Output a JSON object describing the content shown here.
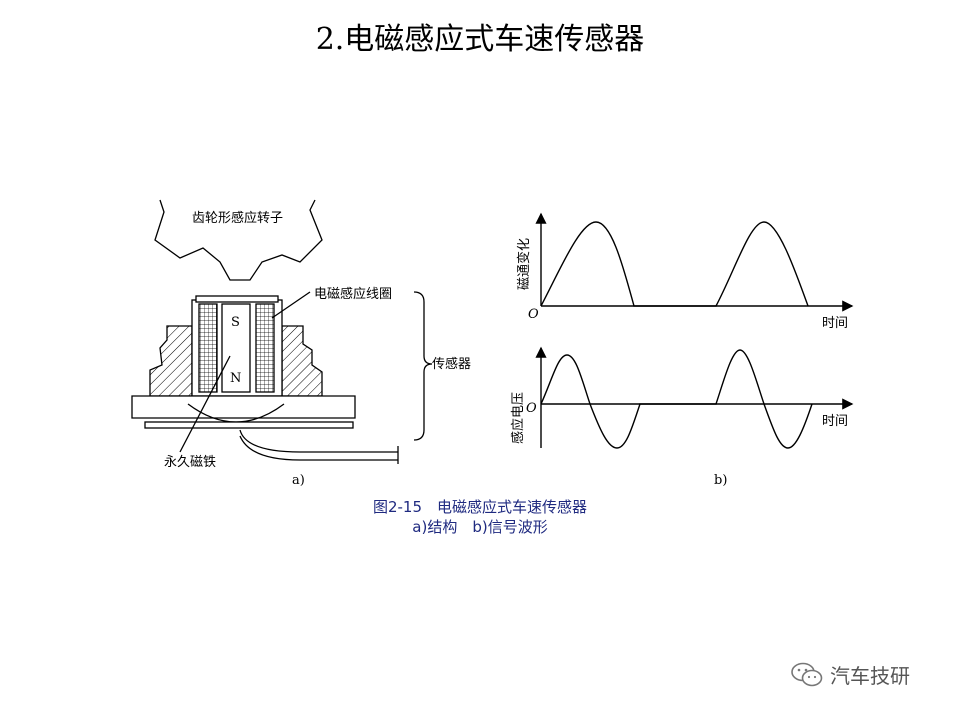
{
  "title": "2.电磁感应式车速传感器",
  "diagram_a": {
    "rotor_label": "齿轮形感应转子",
    "coil_label": "电磁感应线圈",
    "sensor_label": "传感器",
    "magnet_label": "永久磁铁",
    "pole_s": "S",
    "pole_n": "N",
    "panel_label": "a)"
  },
  "diagram_b": {
    "top_ylabel": "磁通变化",
    "top_xlabel": "时间",
    "bottom_ylabel": "感应电压",
    "bottom_xlabel": "时间",
    "origin": "O",
    "panel_label": "b)"
  },
  "caption": {
    "line1": "图2-15　电磁感应式车速传感器",
    "line2": "a)结构　b)信号波形"
  },
  "watermark": {
    "text": "汽车技研",
    "icon": "wechat-icon"
  }
}
